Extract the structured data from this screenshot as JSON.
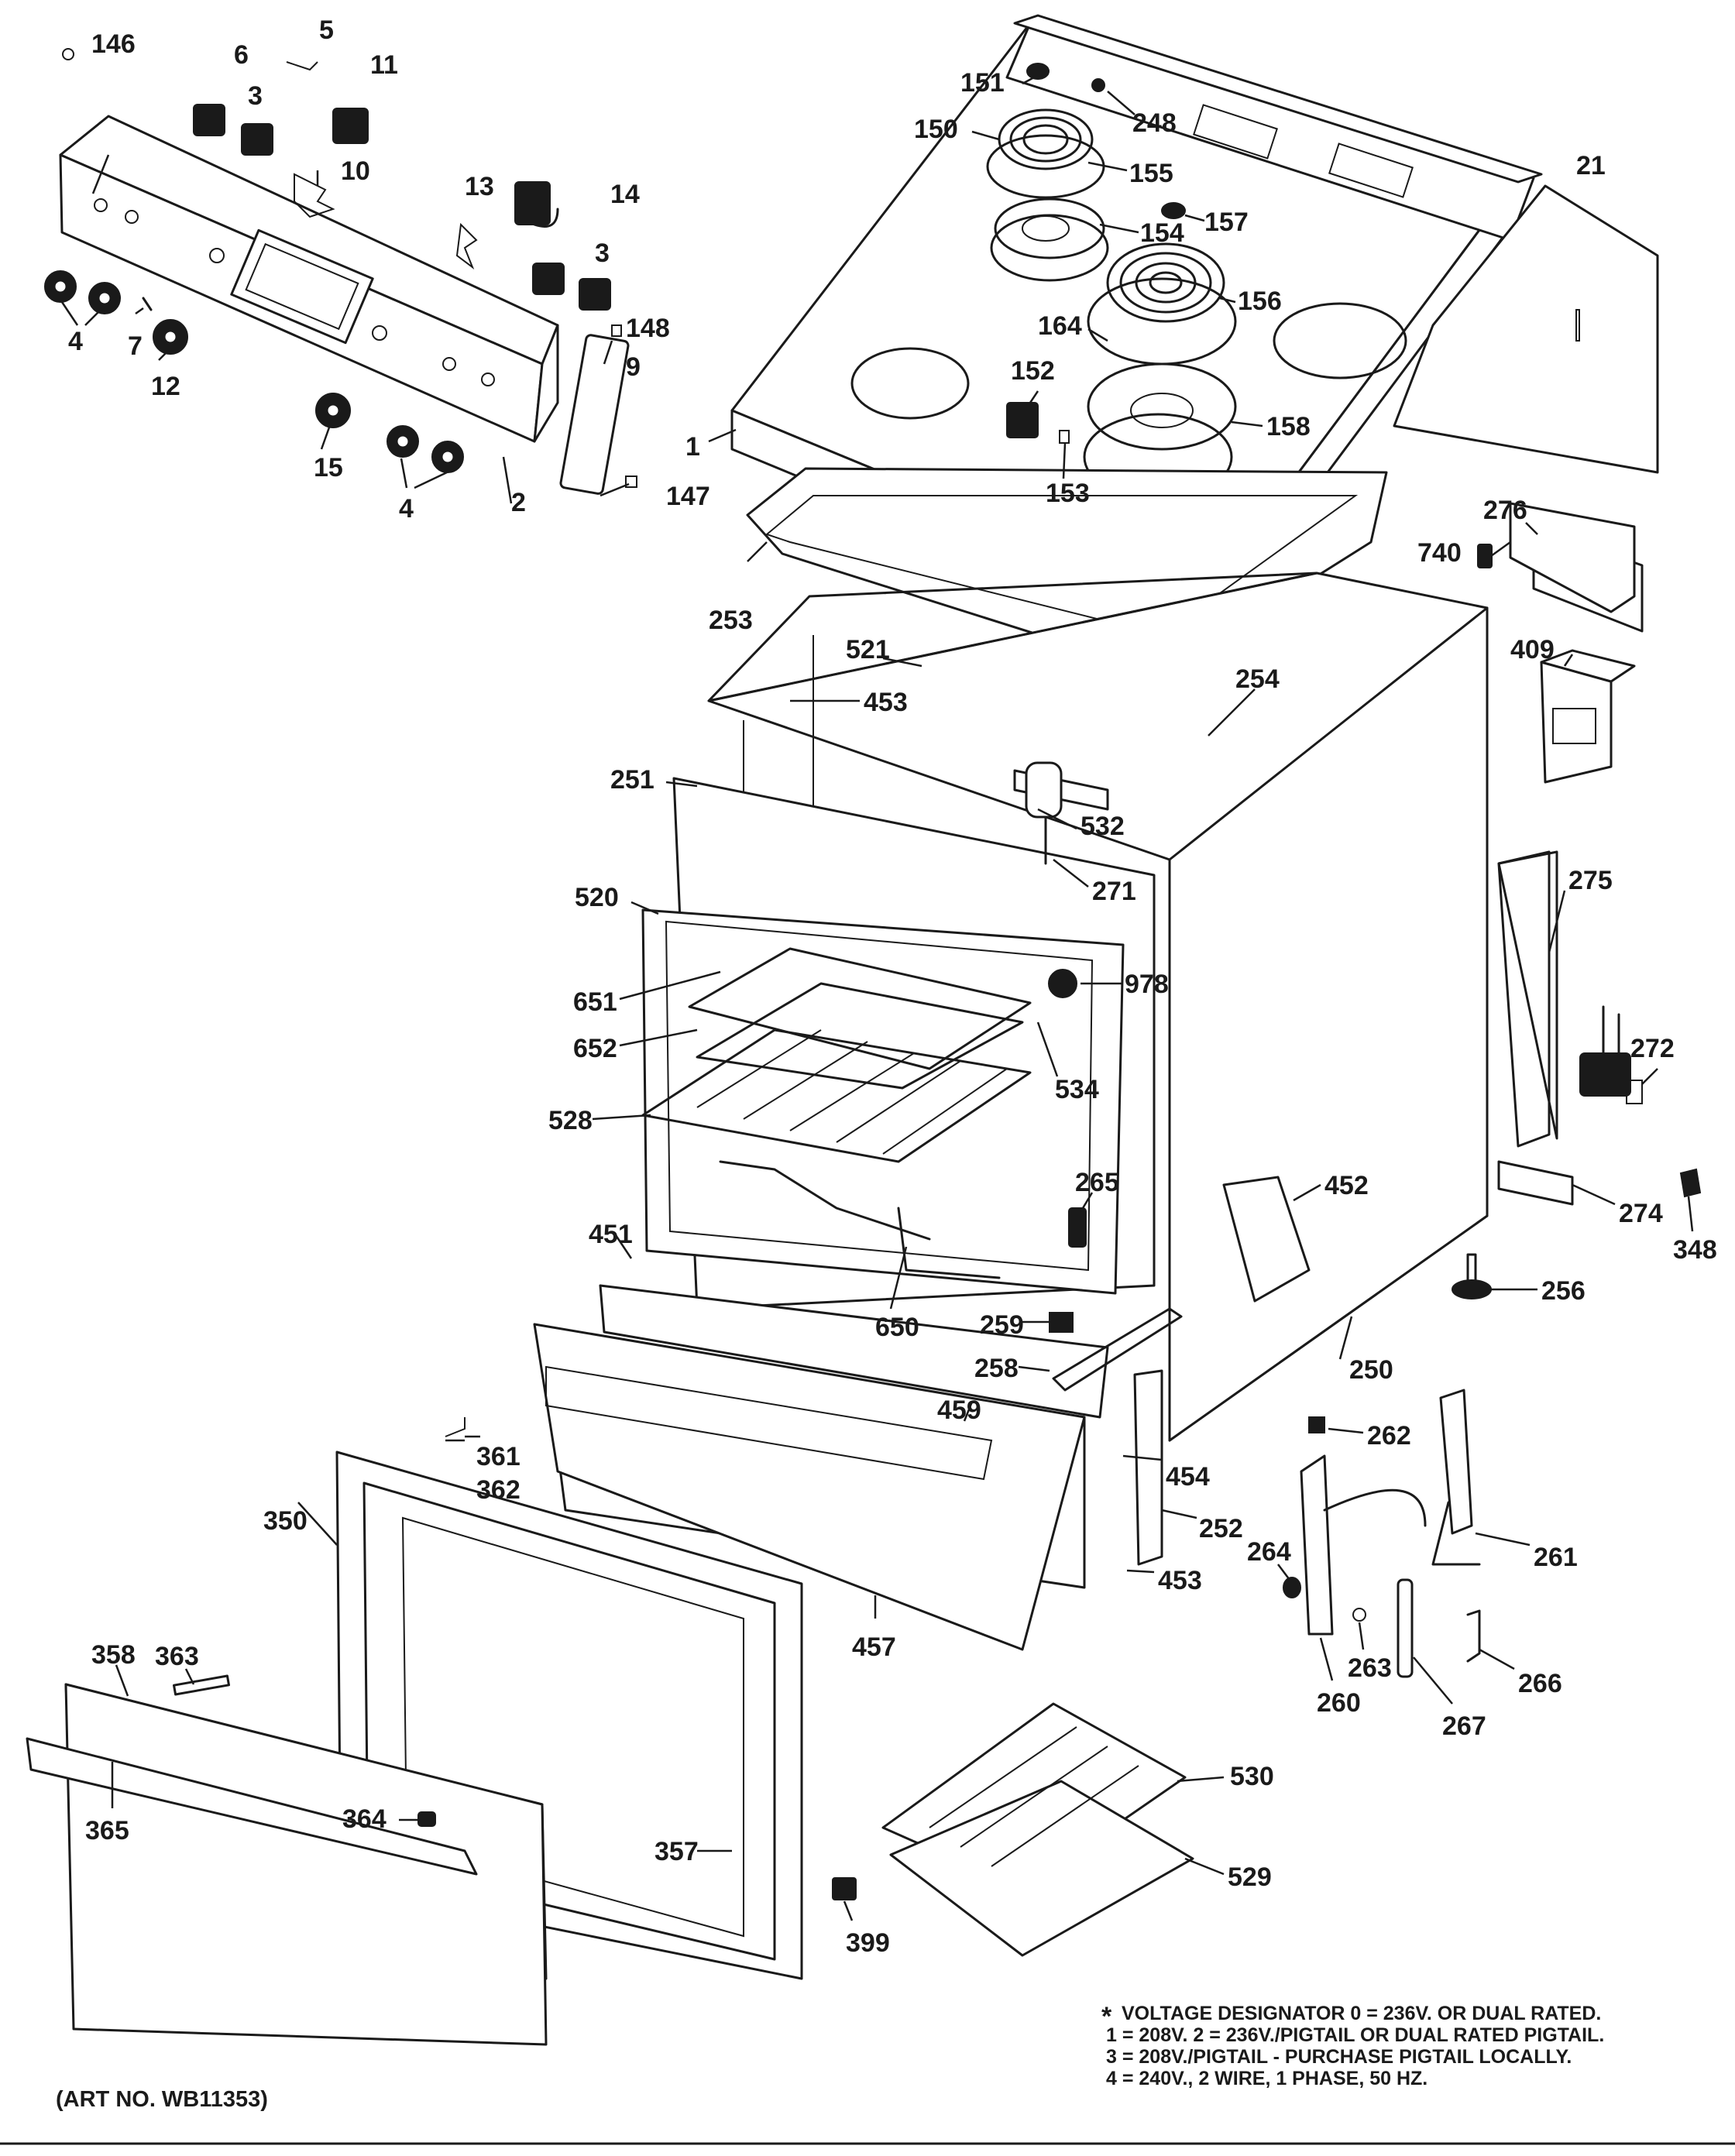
{
  "callouts": [
    "146",
    "5",
    "6",
    "3",
    "11",
    "10",
    "13",
    "14",
    "3",
    "4",
    "7",
    "12",
    "148",
    "9",
    "15",
    "4",
    "2",
    "147",
    "151",
    "248",
    "150",
    "155",
    "157",
    "154",
    "156",
    "164",
    "21",
    "152",
    "158",
    "1",
    "153",
    "253",
    "276",
    "740",
    "409",
    "521",
    "453",
    "254",
    "251",
    "532",
    "271",
    "275",
    "520",
    "978",
    "651",
    "652",
    "528",
    "534",
    "272",
    "265",
    "452",
    "274",
    "348",
    "451",
    "650",
    "256",
    "259",
    "258",
    "250",
    "459",
    "361",
    "362",
    "262",
    "454",
    "350",
    "252",
    "264",
    "261",
    "453",
    "457",
    "263",
    "266",
    "260",
    "267",
    "358",
    "363",
    "530",
    "364",
    "365",
    "357",
    "529",
    "399"
  ],
  "voltage_note": {
    "line1": "VOLTAGE DESIGNATOR  0 = 236V. OR DUAL RATED.",
    "line2": "1 = 208V.     2 = 236V./PIGTAIL OR DUAL RATED PIGTAIL.",
    "line3": "3 = 208V./PIGTAIL - PURCHASE PIGTAIL LOCALLY.",
    "line4": "4 = 240V., 2 WIRE, 1 PHASE, 50 HZ."
  },
  "art_number": "(ART NO. WB11353)"
}
